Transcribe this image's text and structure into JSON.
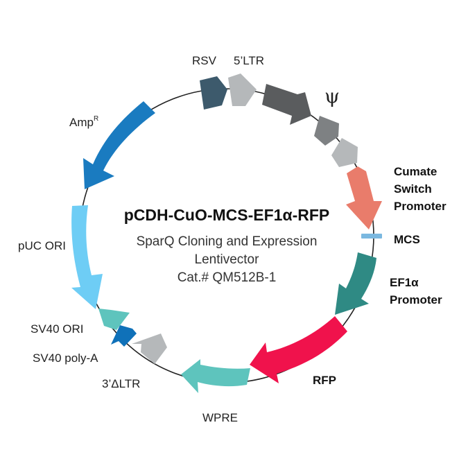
{
  "plasmid": {
    "name": "pCDH-CuO-MCS-EF1α-RFP",
    "description": "SparQ Cloning and Expression",
    "description2": "Lentivector",
    "catalog": "Cat.# QM512B-1"
  },
  "features": [
    {
      "id": "rsv",
      "label": "RSV",
      "color": "#3d5a6c"
    },
    {
      "id": "ltr5",
      "label": "5’LTR",
      "color": "#b5b8ba"
    },
    {
      "id": "psi-block",
      "label": "",
      "color": "#5a5c5e"
    },
    {
      "id": "psi-small",
      "label": "",
      "color": "#7e8183"
    },
    {
      "id": "psi-small2",
      "label": "",
      "color": "#b5b8ba"
    },
    {
      "id": "cumate",
      "label_lines": [
        "Cumate",
        "Switch",
        "Promoter"
      ],
      "color": "#e97c6b"
    },
    {
      "id": "mcs",
      "label": "MCS",
      "color": "#7ab8e0"
    },
    {
      "id": "ef1a",
      "label_lines": [
        "EF1α",
        "Promoter"
      ],
      "color": "#2f8a84"
    },
    {
      "id": "rfp",
      "label": "RFP",
      "color": "#f0124c"
    },
    {
      "id": "wpre",
      "label": "WPRE",
      "color": "#5ec4bd"
    },
    {
      "id": "ltr3",
      "label": "3’ΔLTR",
      "color": "#b5b8ba"
    },
    {
      "id": "sv40pa",
      "label": "SV40 poly-A",
      "color": "#0f71b9"
    },
    {
      "id": "sv40ori",
      "label": "SV40 ORI",
      "color": "#5ec4bd"
    },
    {
      "id": "puc",
      "label": "pUC ORI",
      "color": "#6ecdf5"
    },
    {
      "id": "amp",
      "label": "Amp",
      "label_sup": "R",
      "color": "#1a7bc0"
    }
  ],
  "psi_symbol": "ψ"
}
